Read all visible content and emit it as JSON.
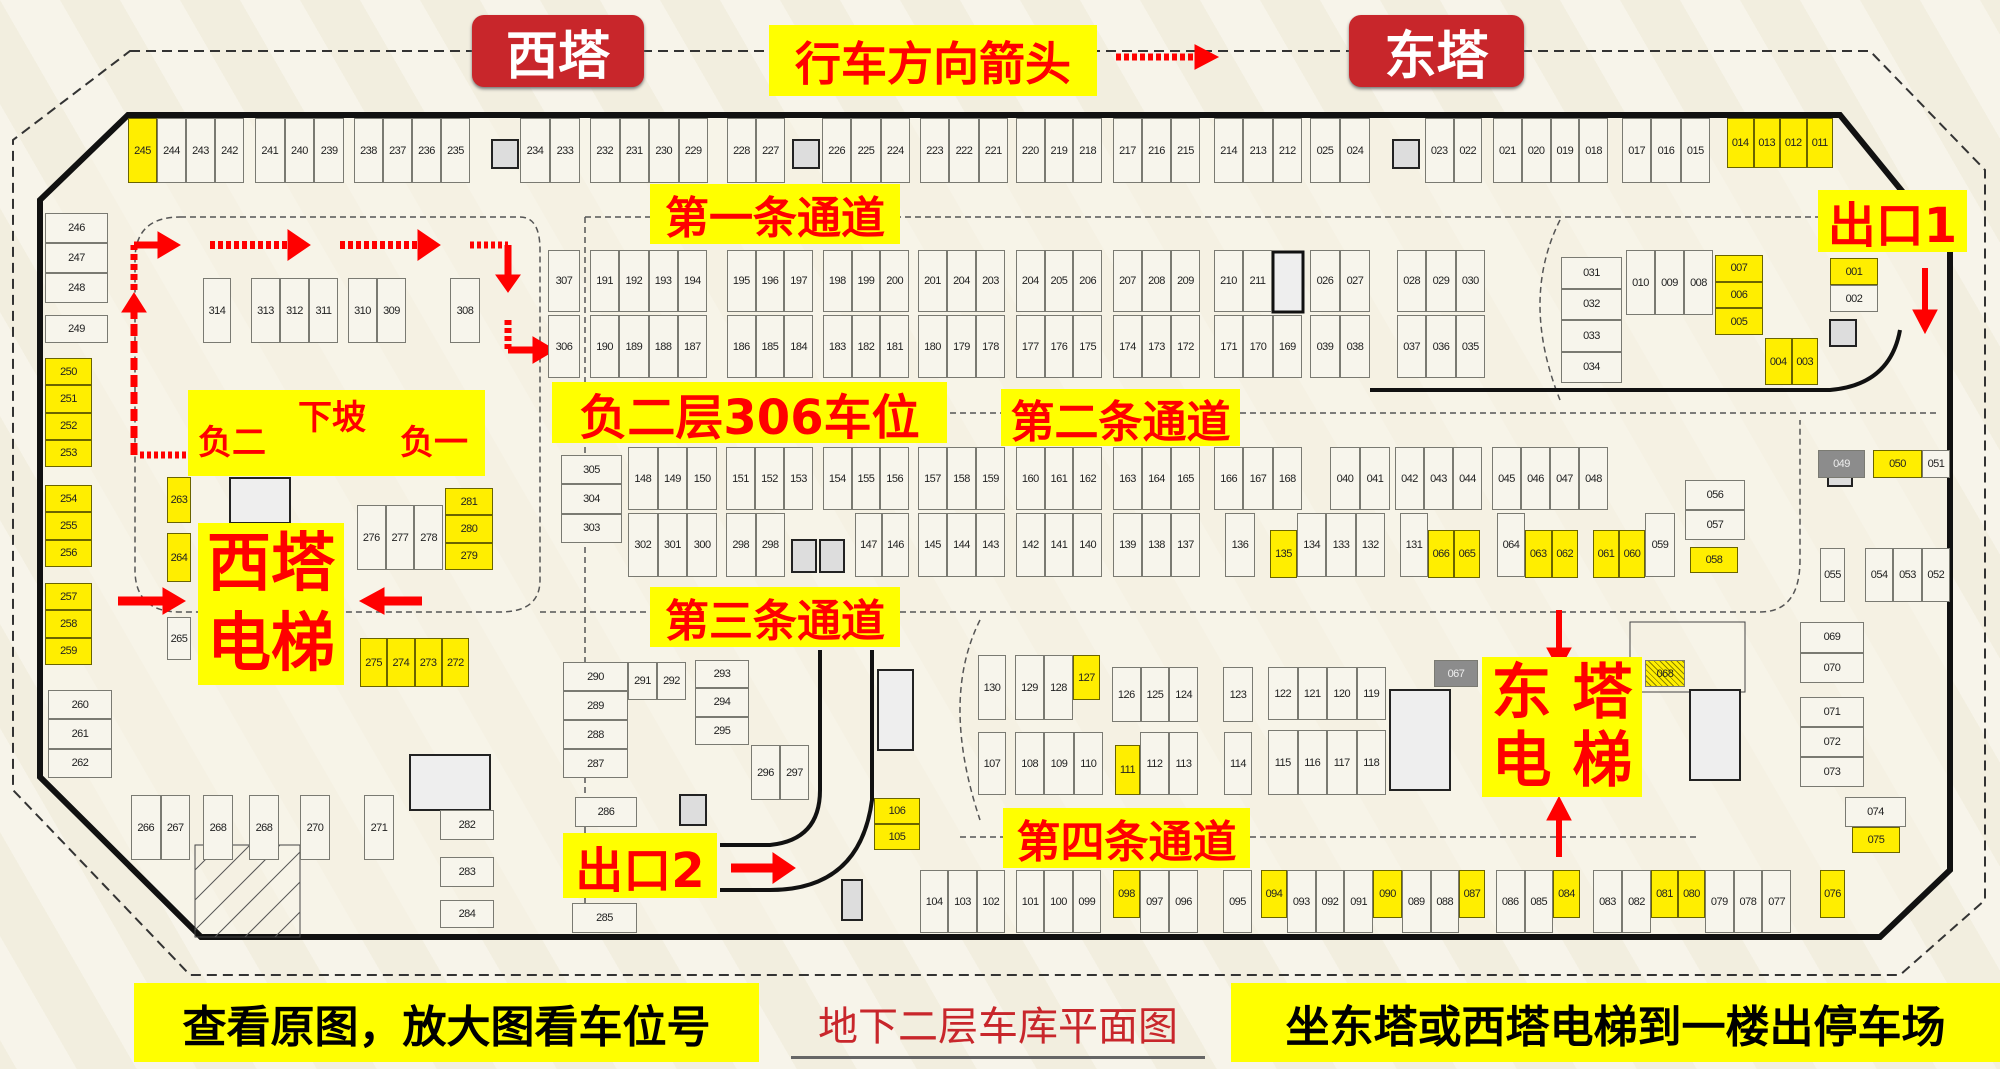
{
  "header": {
    "west_tower": "西塔",
    "east_tower": "东塔",
    "direction_legend": "行车方向箭头"
  },
  "labels": {
    "passage_1": "第一条通道",
    "passage_2": "第二条通道",
    "passage_3": "第三条通道",
    "passage_4": "第四条通道",
    "target_spot": "负二层306车位",
    "exit_1": "出口1",
    "exit_2": "出口2",
    "ramp_b2": "负二",
    "ramp_down": "下坡",
    "ramp_b1": "负一",
    "west_elevator_1": "西塔",
    "west_elevator_2": "电梯",
    "east_elevator_1": "东 塔",
    "east_elevator_2": "电 梯"
  },
  "footer": {
    "left_note": "查看原图，放大图看车位号",
    "title": "地下二层车库平面图",
    "right_note": "坐东塔或西塔电梯到一楼出停车场"
  },
  "colors": {
    "highlight": "#ffee00",
    "arrow": "#ff0000",
    "badge": "#c8262b"
  },
  "stalls": {
    "t1": [
      "245",
      "244",
      "243",
      "242"
    ],
    "t2": [
      "241",
      "240",
      "239"
    ],
    "t3": [
      "238",
      "237",
      "236",
      "235"
    ],
    "t4": [
      "234",
      "233"
    ],
    "t5": [
      "232",
      "231",
      "230",
      "229"
    ],
    "t6": [
      "228",
      "227"
    ],
    "t7": [
      "226",
      "225",
      "224"
    ],
    "t8": [
      "223",
      "222",
      "221"
    ],
    "t9": [
      "220",
      "219",
      "218"
    ],
    "t10": [
      "217",
      "216",
      "215"
    ],
    "t11": [
      "214",
      "213",
      "212"
    ],
    "t12": [
      "025",
      "024"
    ],
    "t13": [
      "023",
      "022"
    ],
    "t14": [
      "021",
      "020",
      "019",
      "018"
    ],
    "t15": [
      "017",
      "016",
      "015"
    ],
    "t16": [
      "014",
      "013",
      "012",
      "011"
    ],
    "w1": [
      "246",
      "247",
      "248"
    ],
    "w2": [
      "249"
    ],
    "w3": [
      "250",
      "251",
      "252",
      "253"
    ],
    "w4": [
      "254",
      "255",
      "256"
    ],
    "w5": [
      "257",
      "258",
      "259"
    ],
    "w6": [
      "260",
      "261",
      "262"
    ],
    "i1": [
      "314"
    ],
    "i2": [
      "313",
      "312",
      "311"
    ],
    "i3": [
      "310",
      "309"
    ],
    "i4": [
      "308"
    ],
    "au1": [
      "307"
    ],
    "al1": [
      "306"
    ],
    "au2": [
      "191",
      "192",
      "193",
      "194"
    ],
    "al2": [
      "190",
      "189",
      "188",
      "187"
    ],
    "au3": [
      "195",
      "196",
      "197"
    ],
    "al3": [
      "186",
      "185",
      "184"
    ],
    "au4": [
      "198",
      "199",
      "200"
    ],
    "al4": [
      "183",
      "182",
      "181"
    ],
    "au5": [
      "201",
      "204",
      "203"
    ],
    "al5": [
      "180",
      "179",
      "178"
    ],
    "au6": [
      "204",
      "205",
      "206"
    ],
    "al6": [
      "177",
      "176",
      "175"
    ],
    "au7": [
      "207",
      "208",
      "209"
    ],
    "al7": [
      "174",
      "173",
      "172"
    ],
    "au8": [
      "210",
      "211"
    ],
    "al8": [
      "171",
      "170",
      "169"
    ],
    "au9": [
      "026",
      "027"
    ],
    "al9": [
      "039",
      "038"
    ],
    "au10": [
      "028",
      "029",
      "030"
    ],
    "al10": [
      "037",
      "036",
      "035"
    ],
    "e1": [
      "031",
      "032",
      "033",
      "034"
    ],
    "e2": [
      "010",
      "009",
      "008"
    ],
    "e3": [
      "007",
      "006",
      "005"
    ],
    "e4": [
      "004",
      "003"
    ],
    "e5": [
      "001",
      "002"
    ],
    "b0": [
      "305",
      "304",
      "303"
    ],
    "bu1": [
      "148",
      "149",
      "150"
    ],
    "bl1": [
      "302",
      "301",
      "300"
    ],
    "bu2": [
      "151",
      "152",
      "153"
    ],
    "bl2": [
      "298",
      "298"
    ],
    "bu3": [
      "154",
      "155",
      "156"
    ],
    "bl3": [
      "147",
      "146"
    ],
    "bu4": [
      "157",
      "158",
      "159"
    ],
    "bl4": [
      "145",
      "144",
      "143"
    ],
    "bu5": [
      "160",
      "161",
      "162"
    ],
    "bl5": [
      "142",
      "141",
      "140"
    ],
    "bu6": [
      "163",
      "164",
      "165"
    ],
    "bl6": [
      "139",
      "138",
      "137"
    ],
    "bu7": [
      "166",
      "167",
      "168"
    ],
    "bl7": [
      "136"
    ],
    "bl8": [
      "135"
    ],
    "bl9": [
      "134",
      "133",
      "132"
    ],
    "bl10": [
      "131"
    ],
    "bl11": [
      "066",
      "065"
    ],
    "bl12": [
      "064"
    ],
    "bl13": [
      "063",
      "062"
    ],
    "bl14": [
      "061",
      "060"
    ],
    "bl15": [
      "059"
    ],
    "bu8": [
      "040",
      "041"
    ],
    "bu9": [
      "042",
      "043",
      "044"
    ],
    "bu10": [
      "045",
      "046",
      "047",
      "048"
    ],
    "n1": [
      "056",
      "057"
    ],
    "n2": [
      "058"
    ],
    "n3": [
      "049"
    ],
    "n4": [
      "050"
    ],
    "n5": [
      "051"
    ],
    "n6": [
      "055"
    ],
    "n7": [
      "054",
      "053",
      "052"
    ],
    "n8": [
      "069",
      "070"
    ],
    "n9": [
      "071",
      "072",
      "073"
    ],
    "n10": [
      "074"
    ],
    "n11": [
      "075"
    ],
    "n12": [
      "067"
    ],
    "n13": [
      "068"
    ],
    "ws1": [
      "263"
    ],
    "ws2": [
      "264"
    ],
    "ws3": [
      "265"
    ],
    "ws4": [
      "281",
      "280",
      "279"
    ],
    "ws5": [
      "276",
      "277",
      "278"
    ],
    "ws6": [
      "275",
      "274",
      "273",
      "272"
    ],
    "sw1": [
      "266",
      "267"
    ],
    "sw2": [
      "268"
    ],
    "sw3": [
      "268"
    ],
    "sw4": [
      "270"
    ],
    "sw5": [
      "271"
    ],
    "sw6": [
      "282"
    ],
    "sw7": [
      "283"
    ],
    "sw8": [
      "284"
    ],
    "c1": [
      "290",
      "289",
      "288",
      "287"
    ],
    "c2": [
      "291",
      "292"
    ],
    "c3": [
      "293",
      "294",
      "295"
    ],
    "c4": [
      "296",
      "297"
    ],
    "c5": [
      "286"
    ],
    "c6": [
      "285"
    ],
    "c7": [
      "106",
      "105"
    ],
    "d1": [
      "130"
    ],
    "d2": [
      "129",
      "128"
    ],
    "d3": [
      "127"
    ],
    "d4": [
      "126",
      "125",
      "124"
    ],
    "d5": [
      "123"
    ],
    "d6": [
      "122",
      "121",
      "120",
      "119"
    ],
    "d7": [
      "107"
    ],
    "d8": [
      "108",
      "109",
      "110"
    ],
    "d9": [
      "111"
    ],
    "d10": [
      "112",
      "113"
    ],
    "d11": [
      "114"
    ],
    "d12": [
      "115",
      "116",
      "117",
      "118"
    ],
    "f1": [
      "104",
      "103",
      "102"
    ],
    "f2": [
      "101",
      "100",
      "099"
    ],
    "f3": [
      "098"
    ],
    "f4": [
      "097",
      "096"
    ],
    "f5": [
      "095"
    ],
    "f6": [
      "094"
    ],
    "f7": [
      "093",
      "092",
      "091"
    ],
    "f8": [
      "090"
    ],
    "f9": [
      "089",
      "088"
    ],
    "f10": [
      "087"
    ],
    "f11": [
      "086",
      "085"
    ],
    "f12": [
      "084"
    ],
    "f13": [
      "083",
      "082"
    ],
    "f14": [
      "081",
      "080"
    ],
    "f15": [
      "079",
      "078",
      "077"
    ],
    "f16": [
      "076"
    ]
  },
  "highlighted_stalls": [
    "245",
    "250",
    "251",
    "252",
    "253",
    "254",
    "255",
    "256",
    "257",
    "258",
    "259",
    "263",
    "264",
    "272",
    "273",
    "274",
    "275",
    "279",
    "280",
    "281",
    "014",
    "013",
    "012",
    "011",
    "001",
    "007",
    "006",
    "005",
    "004",
    "003",
    "050",
    "058",
    "060",
    "061",
    "062",
    "063",
    "065",
    "066",
    "135",
    "127",
    "111",
    "098",
    "094",
    "090",
    "087",
    "084",
    "081",
    "080",
    "076",
    "075",
    "106",
    "105"
  ],
  "grey_stalls": [
    "049",
    "067"
  ],
  "hatched_stalls": [
    "068"
  ]
}
